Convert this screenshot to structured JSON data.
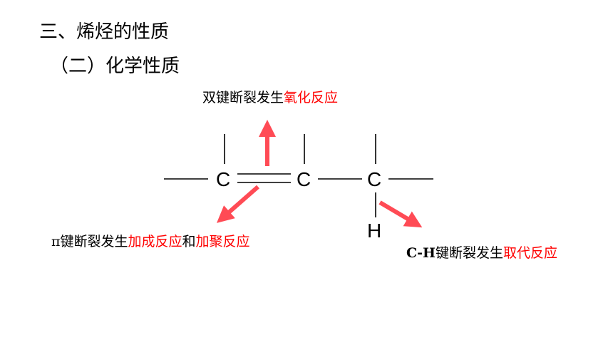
{
  "heading": {
    "section": "三、烯烃的性质",
    "subsection": "（二）化学性质"
  },
  "molecule": {
    "atoms": [
      "C",
      "C",
      "C",
      "H"
    ]
  },
  "annotations": {
    "top": {
      "black": "双键断裂发生",
      "red": "氧化反应"
    },
    "left": {
      "pi": "π",
      "black1": "键断裂发生",
      "red1": "加成反应",
      "black2": "和",
      "red2": "加聚反应"
    },
    "right": {
      "bond": "C-H",
      "black": "键断裂发生",
      "red": "取代反应"
    }
  },
  "colors": {
    "text": "#000000",
    "highlight": "#ff0000",
    "arrow": "#ff4b55",
    "bond": "#000000"
  }
}
